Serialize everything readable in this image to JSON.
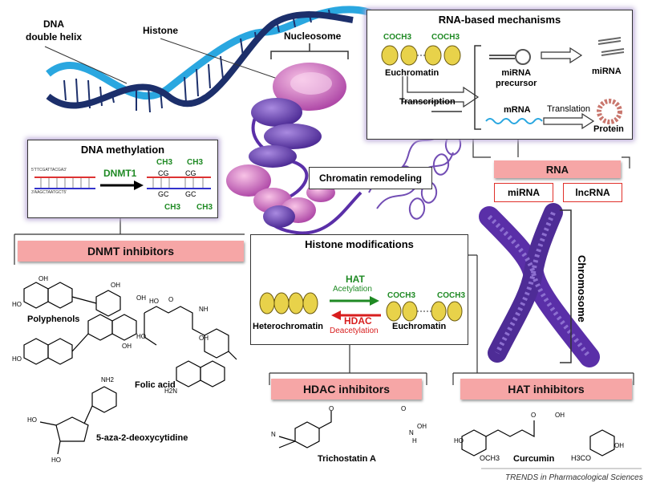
{
  "labels": {
    "dna_helix": [
      "DNA",
      "double helix"
    ],
    "histone": "Histone",
    "nucleosome": "Nucleosome",
    "chromatin_remodeling": "Chromatin remodeling",
    "chromosome": "Chromosome"
  },
  "rna_box": {
    "title": "RNA-based mechanisms",
    "coch3": "COCH3",
    "euchromatin": "Euchromatin",
    "transcription": "Transcription",
    "mirna_precursor": [
      "miRNA",
      "precursor"
    ],
    "mirna": "miRNA",
    "mrna": "mRNA",
    "translation": "Translation",
    "protein": "Protein"
  },
  "rna_panel": {
    "title": "RNA",
    "items": [
      "miRNA",
      "lncRNA"
    ]
  },
  "dna_methylation": {
    "title": "DNA methylation",
    "enzyme": "DNMT1",
    "ch3": "CH3",
    "cg": "CG",
    "gc": "GC",
    "seq_top": "5'TTCGATTACGA3'",
    "seq_bottom": "3'AAGCTAATGCT5'"
  },
  "dnmt_inhibitors": {
    "title": "DNMT inhibitors",
    "compounds": [
      "Polyphenols",
      "Folic acid",
      "5-aza-2-deoxycytidine"
    ]
  },
  "histone_mod": {
    "title": "Histone modifications",
    "hat": "HAT",
    "acetylation": "Acetylation",
    "hdac": "HDAC",
    "deacetylation": "Deacetylation",
    "heterochromatin": "Heterochromatin",
    "euchromatin": "Euchromatin",
    "coch3": "COCH3"
  },
  "hdac_inhibitors": {
    "title": "HDAC inhibitors",
    "compound": "Trichostatin A"
  },
  "hat_inhibitors": {
    "title": "HAT inhibitors",
    "compound": "Curcumin",
    "och3": "OCH3",
    "h3co": "H3CO"
  },
  "footer": "TRENDS in Pharmacological Sciences",
  "colors": {
    "helix_blue": "#2aa7e0",
    "helix_dark": "#1c2f6b",
    "chromatin_purple": "#6a3db0",
    "pink_header": "#f6a6a6",
    "green": "#1f8a24",
    "red": "#d81e1e"
  }
}
